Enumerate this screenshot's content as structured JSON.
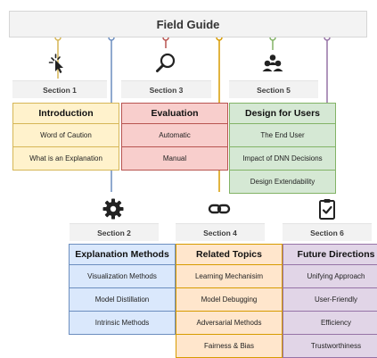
{
  "title": "Field Guide",
  "colors": {
    "yellow_line": "#d6b656",
    "blue_line": "#6c8ebf",
    "red_line": "#b85450",
    "orange_line": "#d79b00",
    "green_line": "#82b366",
    "purple_line": "#9673a6"
  },
  "sections": [
    {
      "label": "Section 1",
      "heading": "Introduction",
      "icon": "cursor-click-icon",
      "items": [
        "Word of Caution",
        "What is an Explanation"
      ]
    },
    {
      "label": "Section 2",
      "heading": "Explanation Methods",
      "icon": "gear-icon",
      "items": [
        "Visualization Methods",
        "Model Distillation",
        "Intrinsic Methods"
      ]
    },
    {
      "label": "Section 3",
      "heading": "Evaluation",
      "icon": "magnifier-icon",
      "items": [
        "Automatic",
        "Manual"
      ]
    },
    {
      "label": "Section 4",
      "heading": "Related Topics",
      "icon": "link-icon",
      "items": [
        "Learning Mechanisim",
        "Model Debugging",
        "Adversarial Methods",
        "Fairness & Bias"
      ]
    },
    {
      "label": "Section 5",
      "heading": "Design for Users",
      "icon": "users-icon",
      "items": [
        "The End User",
        "Impact of DNN Decisions",
        "Design Extendability"
      ]
    },
    {
      "label": "Section 6",
      "heading": "Future Directions",
      "icon": "clipboard-check-icon",
      "items": [
        "Unifying Approach",
        "User-Friendly",
        "Efficiency",
        "Trustworthiness"
      ]
    }
  ]
}
